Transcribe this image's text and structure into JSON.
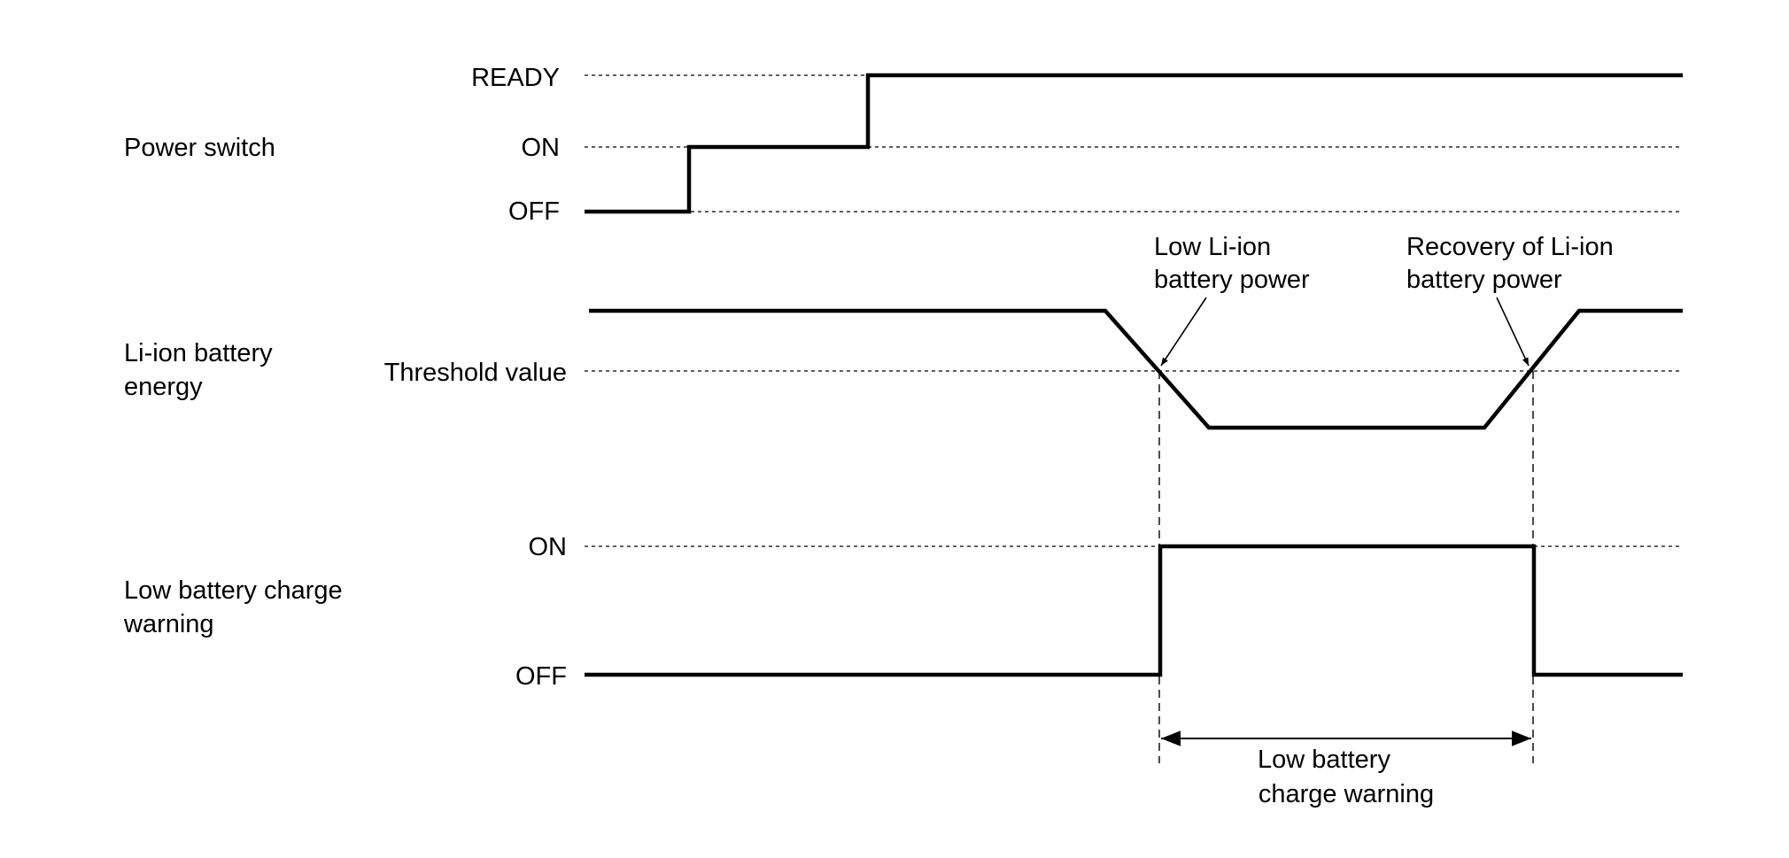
{
  "signals": {
    "power_switch": {
      "name": "Power switch",
      "levels": {
        "ready": "READY",
        "on": "ON",
        "off": "OFF"
      }
    },
    "battery_energy": {
      "name_line1": "Li-ion battery",
      "name_line2": "energy",
      "threshold_label": "Threshold value"
    },
    "warning": {
      "name_line1": "Low battery charge",
      "name_line2": "warning",
      "levels": {
        "on": "ON",
        "off": "OFF"
      }
    }
  },
  "annotations": {
    "low_power": {
      "line1": "Low Li-ion",
      "line2": "battery power"
    },
    "recovery": {
      "line1": "Recovery of Li-ion",
      "line2": "battery power"
    },
    "span": {
      "line1": "Low battery",
      "line2": "charge warning"
    }
  }
}
